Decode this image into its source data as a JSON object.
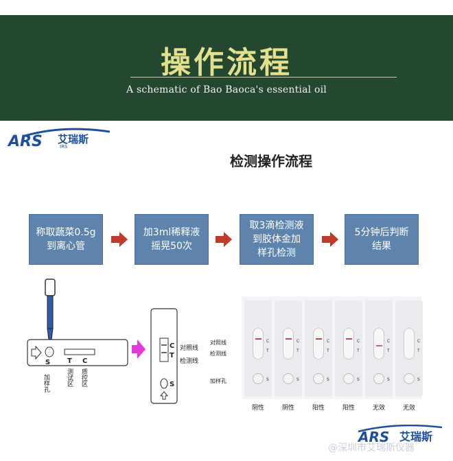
{
  "header": {
    "title": "操作流程",
    "subtitle": "A schematic of Bao Baoca's essential oil",
    "bg_color": "#23472f",
    "title_color": "#e2df8e"
  },
  "logo": {
    "text": "ARS",
    "cn": "艾瑞斯",
    "sub": "IRS"
  },
  "section_title": "检测操作流程",
  "steps": [
    {
      "label": "称取蔬菜0.5g\n到离心管"
    },
    {
      "label": "加3ml稀释液\n摇晃50次"
    },
    {
      "label": "取3滴检测液\n到胶体金加\n样孔检测"
    },
    {
      "label": "5分钟后判断\n结果"
    }
  ],
  "step_color": "#5e84ad",
  "arrow_color": "#c0392b",
  "sample_panel": {
    "s_label": "S",
    "c_label": "C",
    "t_label": "T",
    "well_label": "加样孔",
    "test_zone_label": "测试区",
    "control_zone_label": "质控区"
  },
  "result_panel": {
    "c_label": "C",
    "t_label": "T",
    "s_label": "S",
    "control_line_label": "对照线",
    "test_line_label": "检测线"
  },
  "strip_labels": {
    "control_line": "对照线",
    "test_line": "检测线",
    "sample_well": "加样孔",
    "c": "C",
    "t": "T",
    "s": "S"
  },
  "strips": [
    {
      "caption": "阴性"
    },
    {
      "caption": "阴性"
    },
    {
      "caption": "阳性"
    },
    {
      "caption": "阳性"
    },
    {
      "caption": "无效"
    },
    {
      "caption": "无效"
    }
  ],
  "footer": {
    "logo_text": "ARS",
    "logo_cn": "艾瑞斯",
    "watermark": "@深圳市艾瑞斯仪器"
  }
}
